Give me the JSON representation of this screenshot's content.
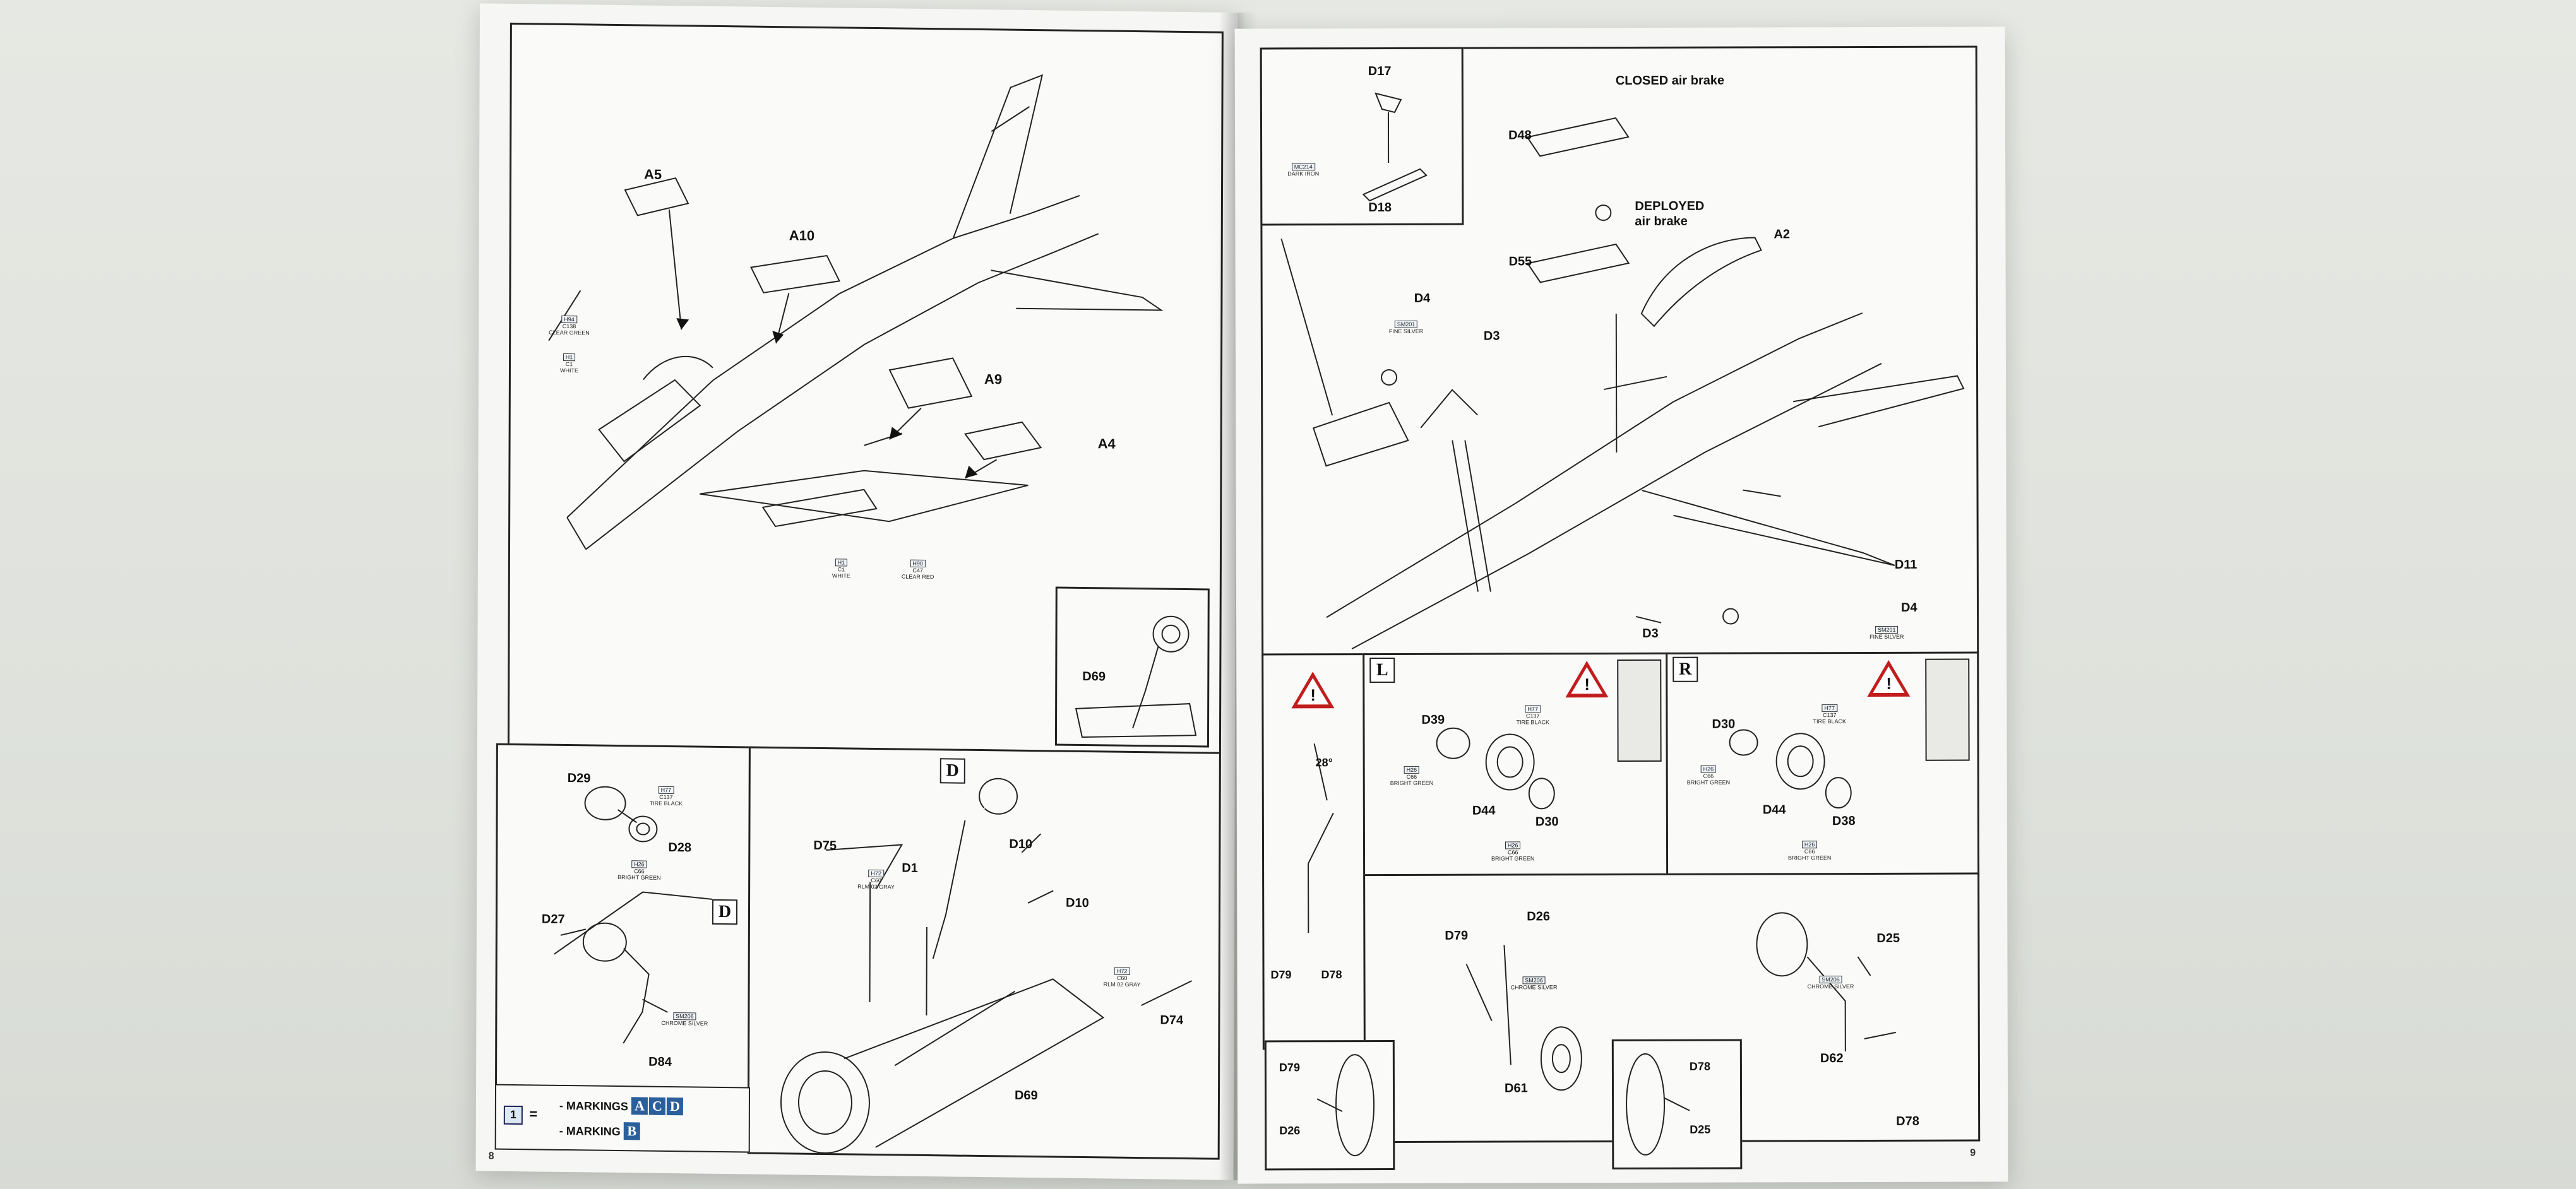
{
  "left_page": {
    "page_number": "8",
    "upper_labels": {
      "A5": "A5",
      "A10": "A10",
      "A9": "A9",
      "A4": "A4",
      "paint1": {
        "code": "H94",
        "num": "C138",
        "name": "CLEAR GREEN"
      },
      "paint2": {
        "code": "H1",
        "num": "C1",
        "name": "WHITE"
      },
      "paint3": {
        "code": "H1",
        "num": "C1",
        "name": "WHITE"
      },
      "paint4": {
        "code": "H90",
        "num": "C47",
        "name": "CLEAR RED"
      }
    },
    "inset_label": "D69",
    "lower_left": {
      "D29": "D29",
      "D28": "D28",
      "D27": "D27",
      "D84": "D84",
      "paint_tire": {
        "code": "H77",
        "num": "C137",
        "name": "TIRE BLACK"
      },
      "paint_green": {
        "code": "H26",
        "num": "C66",
        "name": "BRIGHT GREEN"
      },
      "paint_chrome": {
        "code": "SM206",
        "name": "CHROME SILVER"
      },
      "step": "D"
    },
    "lower_right": {
      "D75": "D75",
      "D1": "D1",
      "D10a": "D10",
      "D10b": "D10",
      "D74": "D74",
      "D69": "D69",
      "paint_gray1": {
        "code": "H72",
        "num": "C60",
        "name": "RLM 02 GRAY"
      },
      "paint_gray2": {
        "code": "H72",
        "num": "C60",
        "name": "RLM 02 GRAY"
      },
      "step": "D"
    },
    "markings": {
      "num": "1",
      "eq": "=",
      "line1": "- MARKINGS",
      "line1_letters": [
        "A",
        "C",
        "D"
      ],
      "line2": "- MARKING",
      "line2_letters": [
        "B"
      ]
    }
  },
  "right_page": {
    "page_number": "9",
    "top_inset": {
      "D17": "D17",
      "D18": "D18",
      "paint": {
        "code": "MC214",
        "name": "DARK IRON"
      }
    },
    "closed_air_brake": "CLOSED air brake",
    "deployed_air_brake": "DEPLOYED\nair brake",
    "labels": {
      "D48": "D48",
      "D55": "D55",
      "A2": "A2",
      "D4a": "D4",
      "D3a": "D3",
      "D11": "D11",
      "D4b": "D4",
      "D3b": "D3"
    },
    "paint_silver1": {
      "code": "SM201",
      "name": "FINE SILVER"
    },
    "paint_silver2": {
      "code": "SM201",
      "name": "FINE SILVER"
    },
    "angle": "28°",
    "d79d78": "D79",
    "d78": "D78",
    "left_wheel": {
      "step": "L",
      "D39": "D39",
      "D44": "D44",
      "D30": "D30",
      "paint_tire": {
        "code": "H77",
        "num": "C137",
        "name": "TIRE BLACK"
      },
      "paint_green1": {
        "code": "H26",
        "num": "C66",
        "name": "BRIGHT GREEN"
      },
      "paint_green2": {
        "code": "H26",
        "num": "C66",
        "name": "BRIGHT GREEN"
      }
    },
    "right_wheel": {
      "step": "R",
      "D30": "D30",
      "D44": "D44",
      "D38": "D38",
      "paint_tire": {
        "code": "H77",
        "num": "C137",
        "name": "TIRE BLACK"
      },
      "paint_green1": {
        "code": "H26",
        "num": "C66",
        "name": "BRIGHT GREEN"
      },
      "paint_green2": {
        "code": "H26",
        "num": "C66",
        "name": "BRIGHT GREEN"
      }
    },
    "bottom": {
      "D26": "D26",
      "D79": "D79",
      "D61": "D61",
      "D25": "D25",
      "D62": "D62",
      "D78": "D78",
      "inset_left": {
        "D79": "D79",
        "D26": "D26"
      },
      "inset_right": {
        "D78": "D78",
        "D25": "D25"
      },
      "paint_chrome1": {
        "code": "SM206",
        "name": "CHROME SILVER"
      },
      "paint_chrome2": {
        "code": "SM206",
        "name": "CHROME SILVER"
      }
    }
  }
}
